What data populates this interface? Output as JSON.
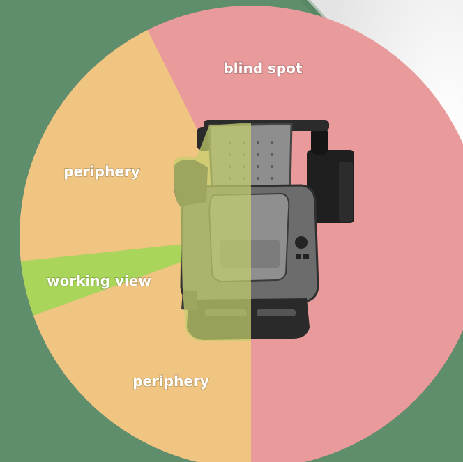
{
  "diagram": {
    "zones": [
      {
        "id": "blind-spot",
        "label": "blind spot",
        "color": "#e99a9a"
      },
      {
        "id": "periphery-upper",
        "label": "periphery",
        "color": "#efc581"
      },
      {
        "id": "working-view",
        "label": "working view",
        "color": "#a9d65a"
      },
      {
        "id": "periphery-lower",
        "label": "periphery",
        "color": "#efc581"
      }
    ],
    "colors": {
      "background": "#5e8e6c",
      "card": "#f3f3f3",
      "seat_tint": "#c5cf6e"
    }
  }
}
